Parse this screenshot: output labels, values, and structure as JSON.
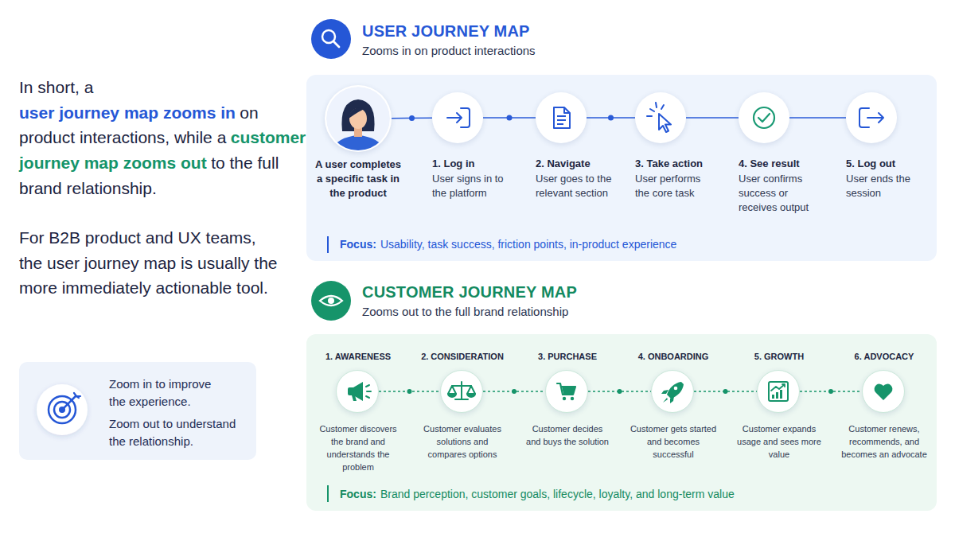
{
  "diagram": {
    "nodes": [
      {
        "text": [
          "USER JOURNEY MAP",
          "Zooms in on product interactions",
          "Focus:",
          "Usability, task success, friction points, in-product experience"
        ]
      },
      {
        "text": [
          "A user completes a specific task in the product"
        ],
        "in": 0
      },
      {
        "text": [
          "1. Log in",
          "User signs in to the platform"
        ],
        "in": 0
      },
      {
        "text": [
          "2. Navigate",
          "User goes to the relevant section"
        ],
        "in": 0
      },
      {
        "text": [
          "3. Take action",
          "User performs the core task"
        ],
        "in": 0
      },
      {
        "text": [
          "4. See result",
          "User confirms success or receives output"
        ],
        "in": 0
      },
      {
        "text": [
          "5. Log out",
          "User ends the session"
        ],
        "in": 0
      },
      {
        "text": [
          "CUSTOMER JOURNEY MAP",
          "Zooms out to the full brand relationship",
          "Focus:",
          "Brand perception, customer goals, lifecycle, loyalty, and long-term value"
        ]
      },
      {
        "text": [
          "1. AWARENESS",
          "Customer discovers the brand and understands the problem"
        ],
        "in": 7
      },
      {
        "text": [
          "2. CONSIDERATION",
          "Customer evaluates solutions and compares options"
        ],
        "in": 7
      },
      {
        "text": [
          "3. PURCHASE",
          "Customer decides and buys the solution"
        ],
        "in": 7
      },
      {
        "text": [
          "4. ONBOARDING",
          "Customer gets started and becomes successful"
        ],
        "in": 7
      },
      {
        "text": [
          "5. GROWTH",
          "Customer expands usage and sees more value"
        ],
        "in": 7
      },
      {
        "text": [
          "6. ADVOCACY",
          "Customer renews, recommends, and becomes an advocate"
        ],
        "in": 7
      },
      {
        "text": [
          "Zoom in to improve the experience.",
          "Zoom out to understand the relationship."
        ]
      }
    ],
    "edges": [
      {
        "from": 1,
        "to": 2,
        "arrow": "none"
      },
      {
        "from": 2,
        "to": 3,
        "arrow": "none"
      },
      {
        "from": 3,
        "to": 4,
        "arrow": "none"
      },
      {
        "from": 4,
        "to": 5,
        "arrow": "none"
      },
      {
        "from": 5,
        "to": 6,
        "arrow": "none"
      },
      {
        "from": 8,
        "to": 9,
        "arrow": "none"
      },
      {
        "from": 9,
        "to": 10,
        "arrow": "none"
      },
      {
        "from": 10,
        "to": 11,
        "arrow": "none"
      },
      {
        "from": 11,
        "to": 12,
        "arrow": "none"
      },
      {
        "from": 12,
        "to": 13,
        "arrow": "none"
      }
    ],
    "labels": [
      "In short, a",
      "user journey map zooms in",
      "on product interactions, while a",
      "customer journey map zooms out",
      "to the full brand relationship.",
      "For B2B product and UX teams, the user journey map is usually the more immediately actionable tool."
    ]
  }
}
